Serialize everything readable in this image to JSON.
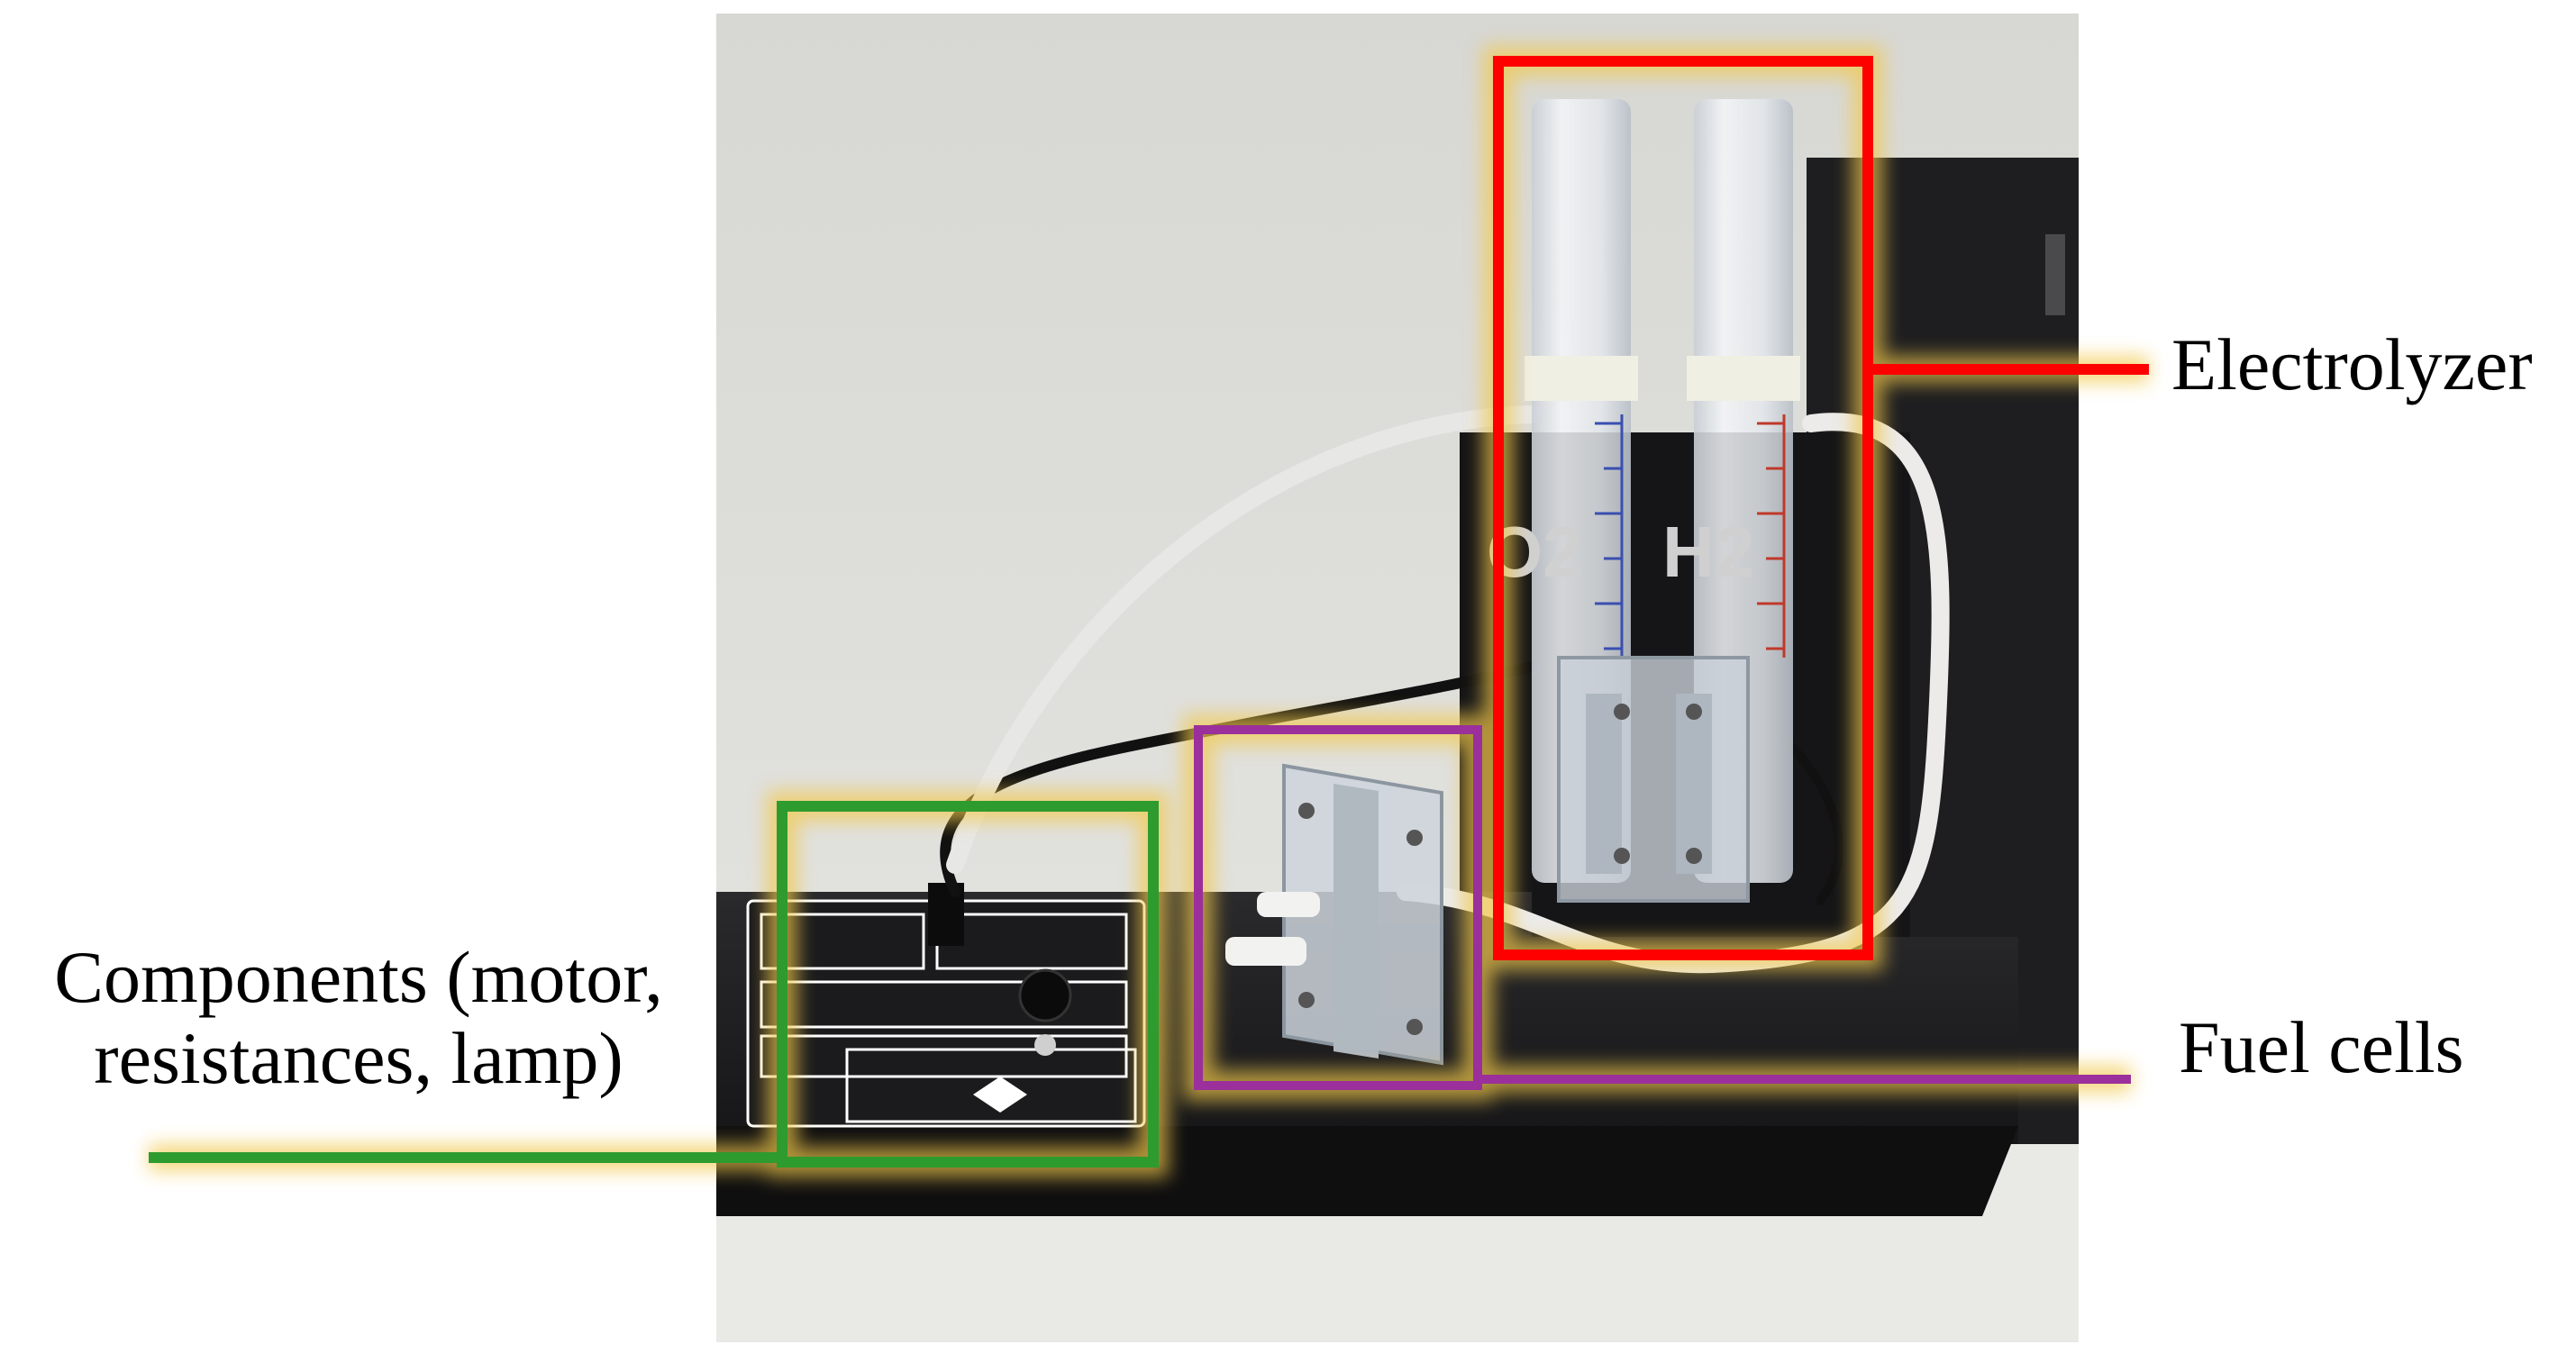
{
  "labels": {
    "electrolyzer": "Electrolyzer",
    "fuel_cells": "Fuel cells",
    "components": "Components (motor,\nresistances, lamp)"
  },
  "photo_markings": {
    "o2": "O2",
    "h2": "H2"
  },
  "colors": {
    "electrolyzer_box": "#ff0000",
    "fuel_cells_box": "#9b2f9b",
    "components_box": "#2e9b2e",
    "highlight_glow": "#f2c94c",
    "background": "#ffffff"
  }
}
